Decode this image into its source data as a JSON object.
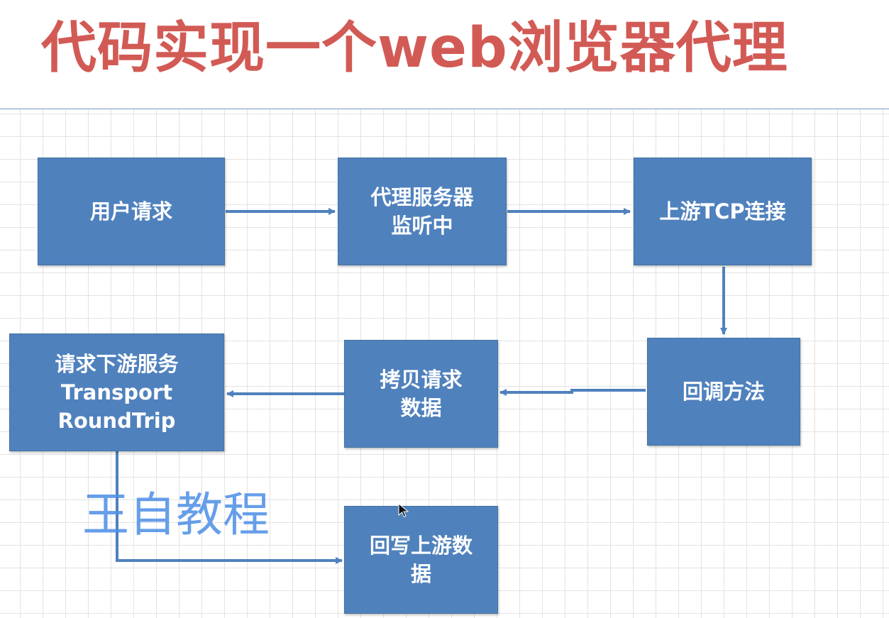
{
  "title": "代码实现一个web浏览器代理",
  "colors": {
    "title": "#d25a55",
    "node_fill": "#4f81bd",
    "edge": "#4f81bd",
    "grid": "#e3e3e3",
    "watermark": "#4c8ee6"
  },
  "nodes": {
    "user_request": "用户请求",
    "proxy_listen": "代理服务器\n监听中",
    "upstream_tcp": "上游TCP连接",
    "callback": "回调方法",
    "copy_request": "拷贝请求\n数据",
    "request_downstream": "请求下游服务\nTransport\nRoundTrip",
    "write_upstream": "回写上游数\n据"
  },
  "edges": [
    {
      "from": "用户请求",
      "to": "代理服务器\n监听中"
    },
    {
      "from": "代理服务器\n监听中",
      "to": "上游TCP连接"
    },
    {
      "from": "上游TCP连接",
      "to": "回调方法"
    },
    {
      "from": "回调方法",
      "to": "拷贝请求\n数据"
    },
    {
      "from": "拷贝请求\n数据",
      "to": "请求下游服务\nTransport\nRoundTrip"
    },
    {
      "from": "请求下游服务\nTransport\nRoundTrip",
      "to": "回写上游数\n据"
    }
  ],
  "watermark": "王自教程",
  "cursor_icon": "mouse-pointer-icon"
}
